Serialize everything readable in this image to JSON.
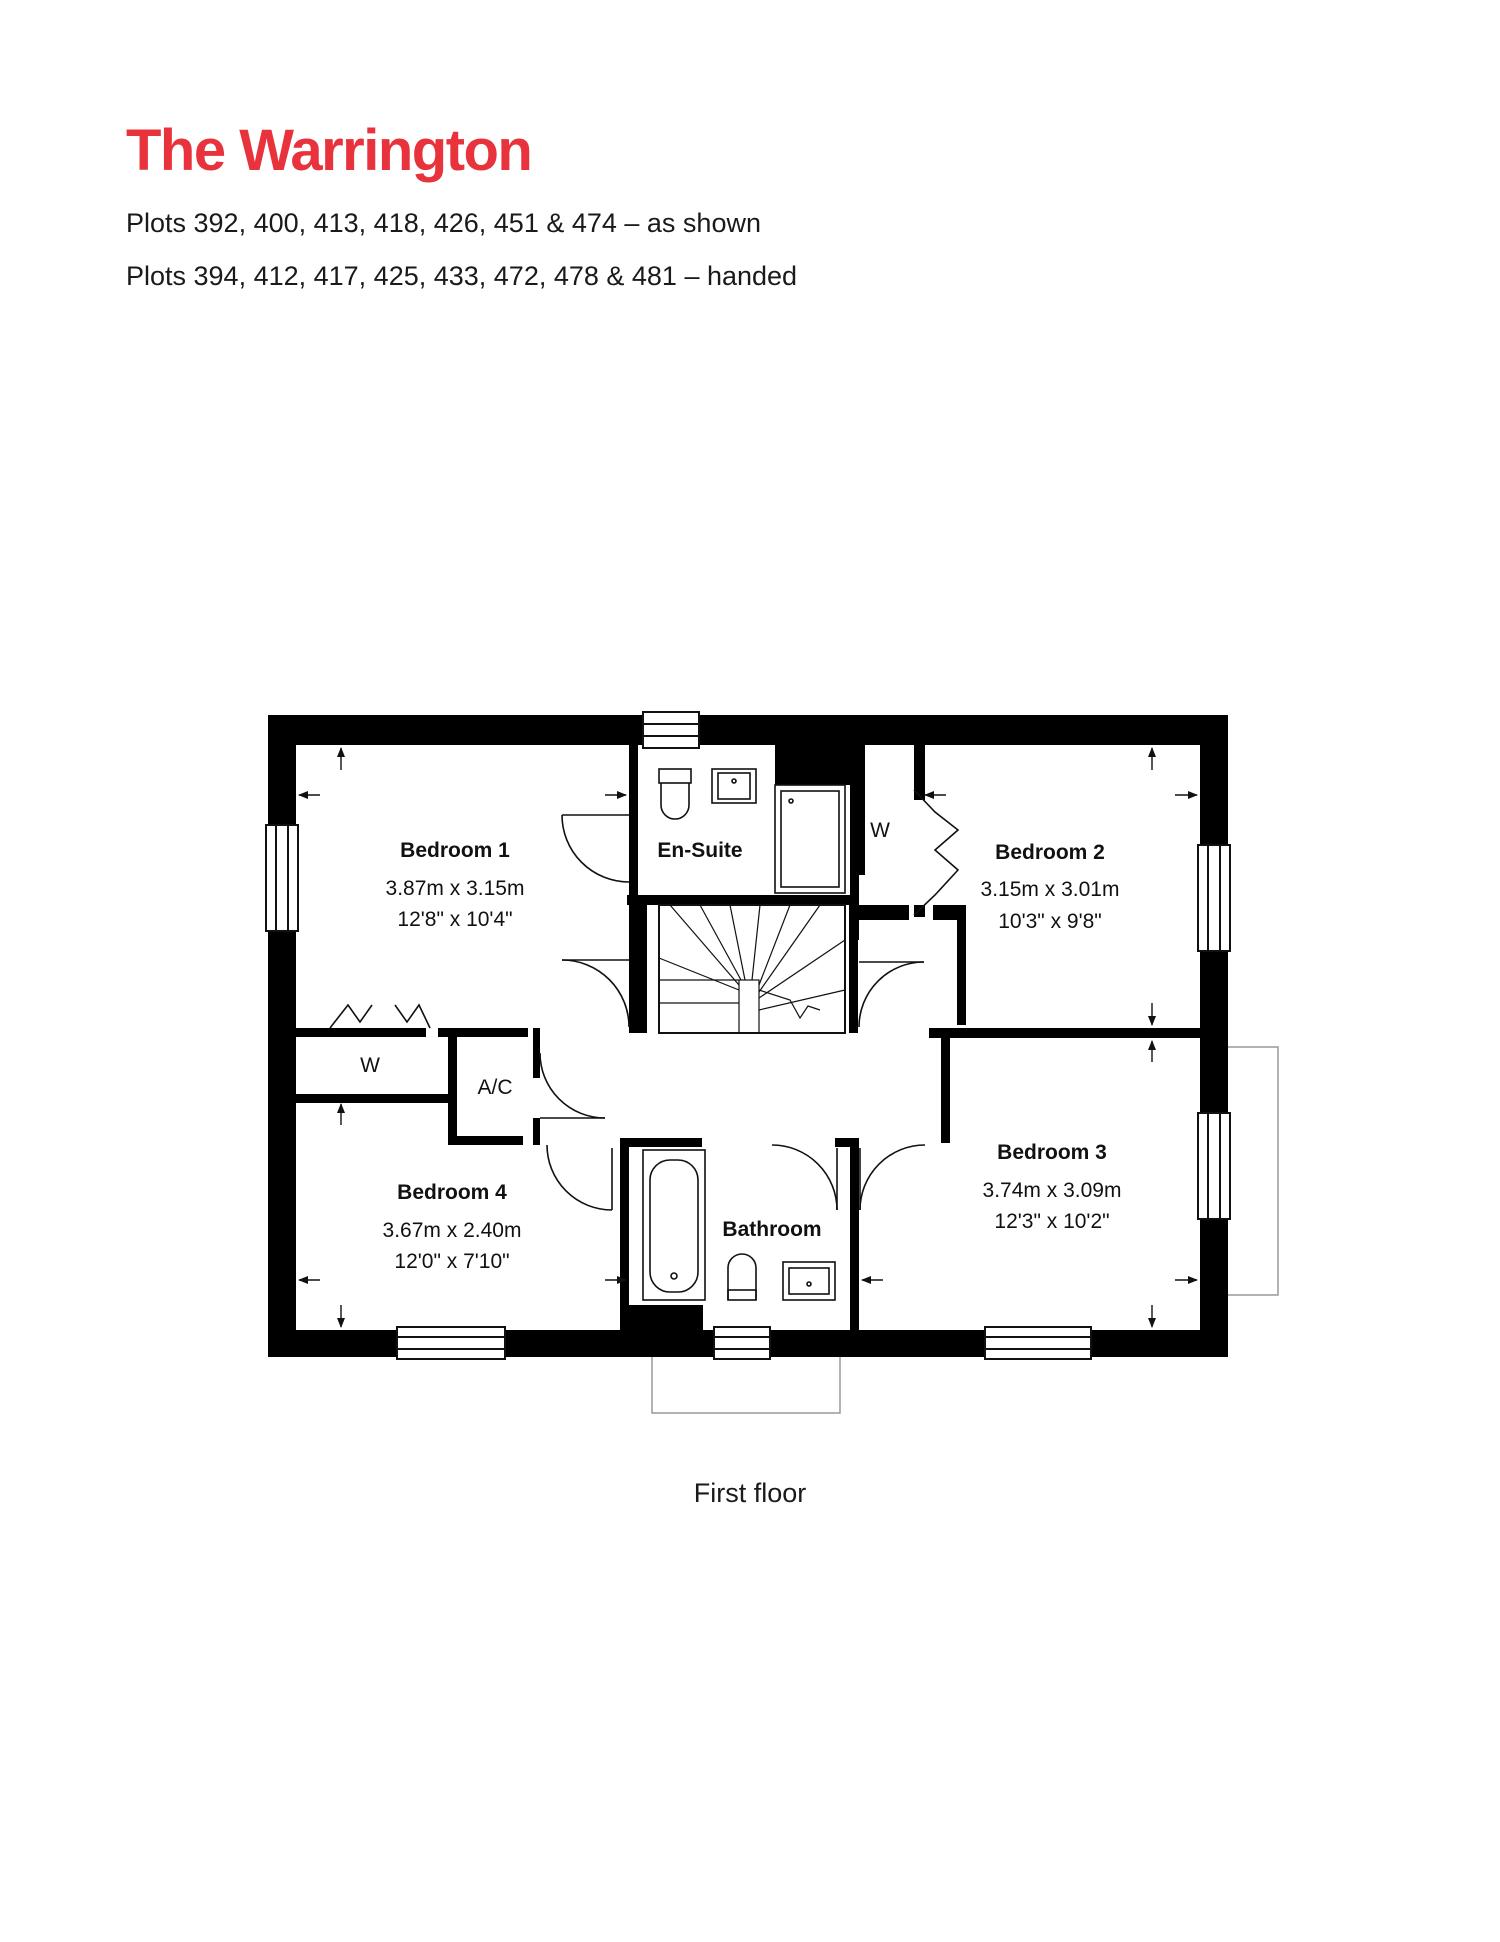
{
  "header": {
    "title": "The Warrington",
    "plots_as_shown": "Plots 392, 400, 413, 418, 426, 451 & 474 – as shown",
    "plots_handed": "Plots 394, 412, 417, 425, 433, 472, 478 & 481 – handed"
  },
  "plan": {
    "caption": "First floor",
    "rooms": {
      "bedroom1": {
        "name": "Bedroom 1",
        "metric": "3.87m x 3.15m",
        "imperial": "12'8\" x 10'4\""
      },
      "ensuite": {
        "name": "En-Suite"
      },
      "bedroom2": {
        "name": "Bedroom 2",
        "metric": "3.15m x 3.01m",
        "imperial": "10'3\" x 9'8\""
      },
      "bedroom3": {
        "name": "Bedroom 3",
        "metric": "3.74m x 3.09m",
        "imperial": "12'3\" x 10'2\""
      },
      "bedroom4": {
        "name": "Bedroom 4",
        "metric": "3.67m x 2.40m",
        "imperial": "12'0\" x 7'10\""
      },
      "bathroom": {
        "name": "Bathroom"
      },
      "wardrobe1": {
        "name": "W"
      },
      "wardrobe2": {
        "name": "W"
      },
      "airing_cupboard": {
        "name": "A/C"
      }
    }
  },
  "colors": {
    "title": "#E8323C",
    "walls": "#000000",
    "text": "#111111"
  }
}
